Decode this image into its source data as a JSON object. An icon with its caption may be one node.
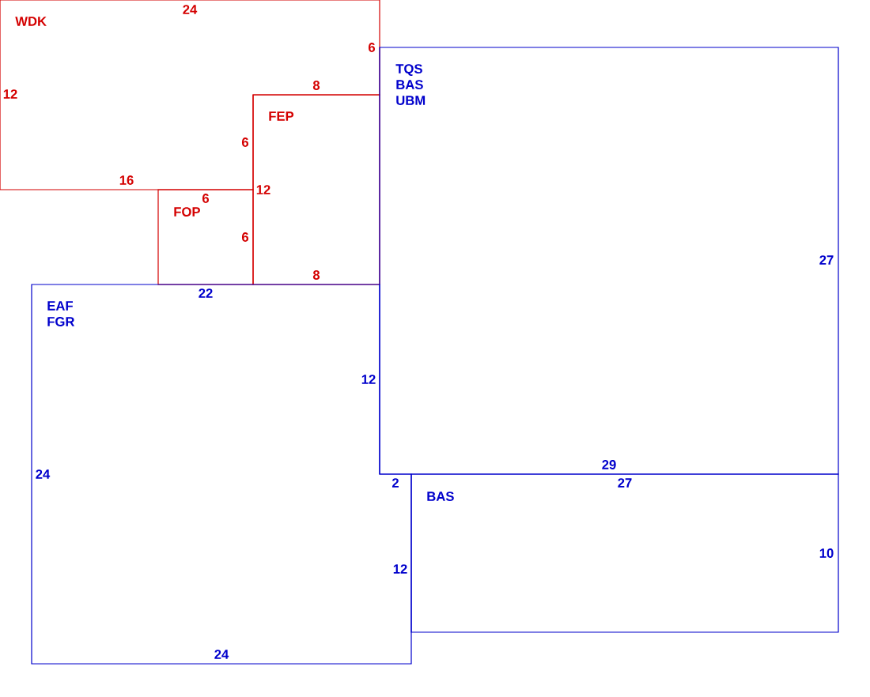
{
  "diagram": {
    "nodes": [
      {
        "text": [
          "WDK"
        ]
      },
      {
        "text": [
          "FEP"
        ]
      },
      {
        "text": [
          "FOP"
        ]
      },
      {
        "text": [
          "TQS",
          "BAS",
          "UBM"
        ]
      },
      {
        "text": [
          "EAF",
          "FGR"
        ]
      },
      {
        "text": [
          "BAS"
        ]
      }
    ],
    "labels": [
      "24",
      "6",
      "8",
      "12",
      "6",
      "16",
      "12",
      "6",
      "6",
      "8",
      "27",
      "22",
      "12",
      "29",
      "24",
      "2",
      "27",
      "12",
      "10",
      "24"
    ]
  }
}
